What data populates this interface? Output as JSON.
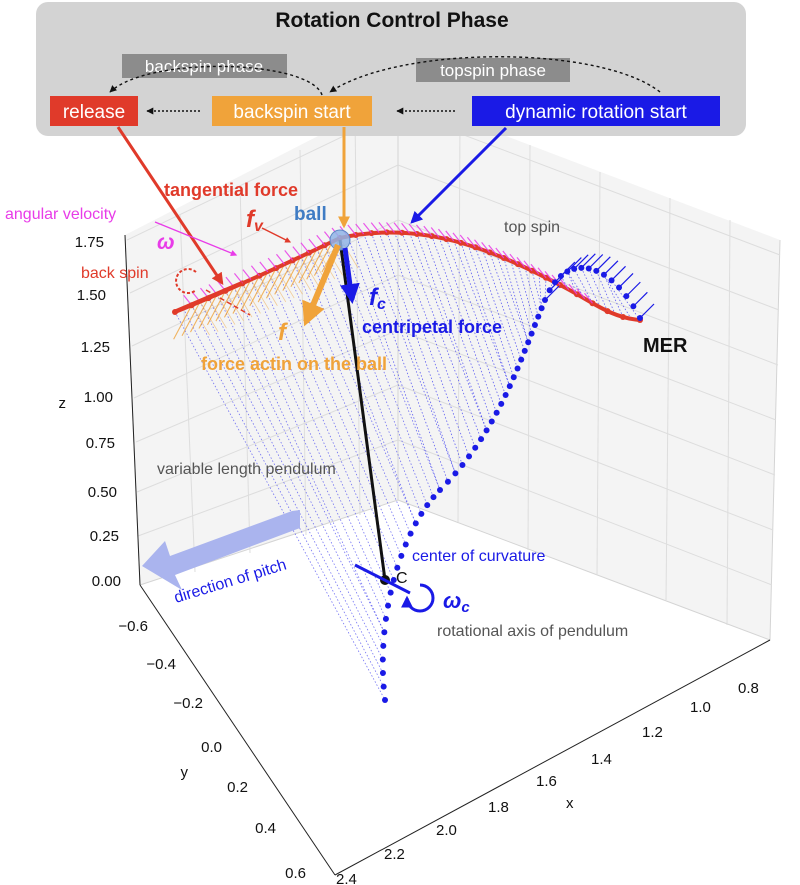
{
  "header": {
    "title": "Rotation Control Phase",
    "backspin_phase": "backspin phase",
    "topspin_phase": "topspin phase",
    "release": "release",
    "backspin_start": "backspin start",
    "dynamic_rotation_start": "dynamic rotation start"
  },
  "labels": {
    "tangential_force": "tangential force",
    "fv": "f",
    "fv_sub": "v",
    "angular_velocity": "angular velocity",
    "omega": "ω",
    "back_spin": "back spin",
    "ball": "ball",
    "top_spin": "top spin",
    "fc": "f",
    "fc_sub": "c",
    "centripetal_force": "centripetal force",
    "f": "f",
    "force_on_ball": "force actin on the ball",
    "mer": "MER",
    "variable_length_pendulum": "variable length pendulum",
    "direction_of_pitch": "direction of pitch",
    "center_of_curvature": "center of curvature",
    "c": "C",
    "omega_c": "ω",
    "omega_c_sub": "c",
    "rotational_axis": "rotational axis of pendulum"
  },
  "axes": {
    "z_label": "z",
    "y_label": "y",
    "x_label": "x",
    "z_ticks": [
      "1.75",
      "1.50",
      "1.25",
      "1.00",
      "0.75",
      "0.50",
      "0.25",
      "0.00"
    ],
    "y_ticks": [
      "−0.6",
      "−0.4",
      "−0.2",
      "0.0",
      "0.2",
      "0.4",
      "0.6"
    ],
    "x_ticks": [
      "0.8",
      "1.0",
      "1.2",
      "1.4",
      "1.6",
      "1.8",
      "2.0",
      "2.2",
      "2.4"
    ]
  },
  "colors": {
    "red": "#e03a2a",
    "orange": "#f0a33a",
    "blue": "#1a1ae6",
    "magenta": "#e83ce8",
    "gray_box": "#d3d3d3",
    "tag_gray": "#8c8c8c",
    "light_blue": "#aab4ee"
  }
}
